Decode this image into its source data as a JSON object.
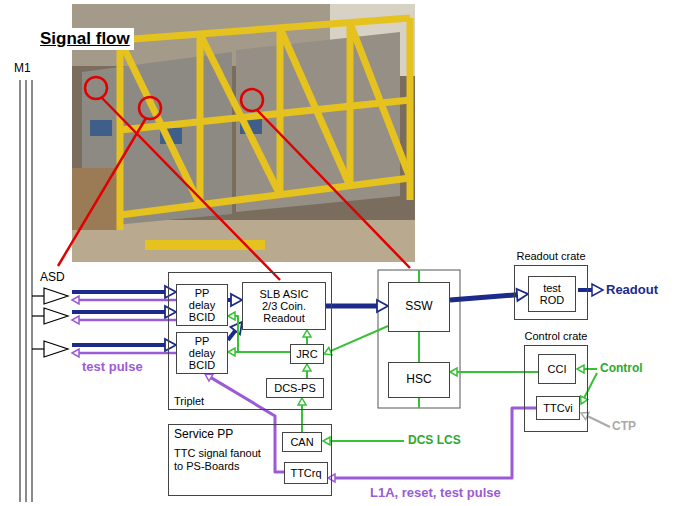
{
  "diagram": {
    "title": "Signal flow",
    "nodes": [
      {
        "text": [
          "ASD"
        ]
      },
      {
        "text": [
          "Triplet"
        ]
      },
      {
        "text": [
          "PP delay BCID"
        ],
        "in": 1
      },
      {
        "text": [
          "PP delay BCID"
        ],
        "in": 1
      },
      {
        "text": [
          "SLB ASIC 2/3 Coin. Readout"
        ],
        "in": 1
      },
      {
        "text": [
          "JRC"
        ],
        "in": 1
      },
      {
        "text": [
          "DCS-PS"
        ],
        "in": 1
      },
      {
        "text": [
          "Service PP",
          "TTC signal fanout to PS-Boards"
        ]
      },
      {
        "text": [
          "CAN"
        ],
        "in": 7
      },
      {
        "text": [
          "TTCrq"
        ],
        "in": 7
      },
      {
        "text": [
          "SSW"
        ]
      },
      {
        "text": [
          "HSC"
        ]
      },
      {
        "text": [
          "Readout crate"
        ]
      },
      {
        "text": [
          "test ROD"
        ],
        "in": 12
      },
      {
        "text": [
          "Control crate"
        ]
      },
      {
        "text": [
          "CCI"
        ],
        "in": 14
      },
      {
        "text": [
          "TTCvi"
        ],
        "in": 14
      }
    ],
    "edges": [
      {
        "from": 0,
        "to": 2,
        "arrow": "to"
      },
      {
        "from": 0,
        "to": 2,
        "arrow": "to"
      },
      {
        "from": 0,
        "to": 3,
        "arrow": "to"
      },
      {
        "from": 2,
        "to": 0,
        "arrow": "to"
      },
      {
        "from": 2,
        "to": 0,
        "arrow": "to"
      },
      {
        "from": 3,
        "to": 0,
        "arrow": "to"
      },
      {
        "from": 2,
        "to": 4,
        "arrow": "to"
      },
      {
        "from": 3,
        "to": 4,
        "arrow": "to"
      },
      {
        "from": 5,
        "to": 4,
        "arrow": "to"
      },
      {
        "from": 5,
        "to": 2,
        "arrow": "to"
      },
      {
        "from": 5,
        "to": 3,
        "arrow": "to"
      },
      {
        "from": 10,
        "to": 5,
        "arrow": "to"
      },
      {
        "from": 6,
        "to": 5,
        "arrow": "to"
      },
      {
        "from": 8,
        "to": 6,
        "arrow": "to"
      },
      {
        "from": 9,
        "to": 3,
        "arrow": "to"
      },
      {
        "from": 4,
        "to": 10,
        "arrow": "to"
      },
      {
        "from": 10,
        "to": 13,
        "arrow": "to"
      },
      {
        "from": 10,
        "to": 11,
        "arrow": "none"
      },
      {
        "from": 15,
        "to": 11,
        "arrow": "to"
      },
      {
        "from": 16,
        "to": 9,
        "arrow": "to"
      }
    ],
    "labels": [
      "M1",
      "test pulse",
      "Readout",
      "Control",
      "CTP",
      "DCS LCS",
      "L1A, reset, test pulse"
    ]
  }
}
